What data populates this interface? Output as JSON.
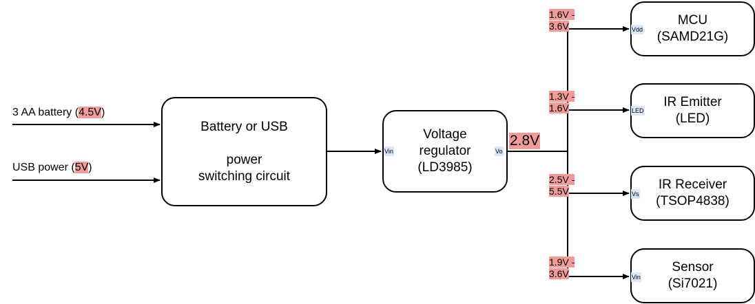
{
  "inputs": {
    "battery": {
      "prefix": "3 AA battery (",
      "value": "4.5V",
      "suffix": ")"
    },
    "usb": {
      "prefix": "USB power (",
      "value": "5V",
      "suffix": ")"
    }
  },
  "switch_box": {
    "line1": "Battery or USB",
    "line2": "power",
    "line3": "switching circuit"
  },
  "regulator": {
    "line1": "Voltage",
    "line2": "regulator",
    "line3": "(LD3985)",
    "pin_in": "Vin",
    "pin_out": "Vo"
  },
  "output_voltage": "2.8V",
  "loads": [
    {
      "name": "MCU",
      "part": "(SAMD21G)",
      "pin": "Vdd",
      "range1": "1.6V -",
      "range2": "3.6V"
    },
    {
      "name": "IR Emitter",
      "part": "(LED)",
      "pin": "LED",
      "range1": "1.3V -",
      "range2": "1.6V"
    },
    {
      "name": "IR Receiver",
      "part": "(TSOP4838)",
      "pin": "Vs",
      "range1": "2.5V -",
      "range2": "5.5V"
    },
    {
      "name": "Sensor",
      "part": "(Si7021)",
      "pin": "Vin",
      "range1": "1.9V -",
      "range2": "3.6V"
    }
  ],
  "colors": {
    "highlight": "#f19c99",
    "pin_fill": "#dae8fc",
    "line": "#000000"
  }
}
